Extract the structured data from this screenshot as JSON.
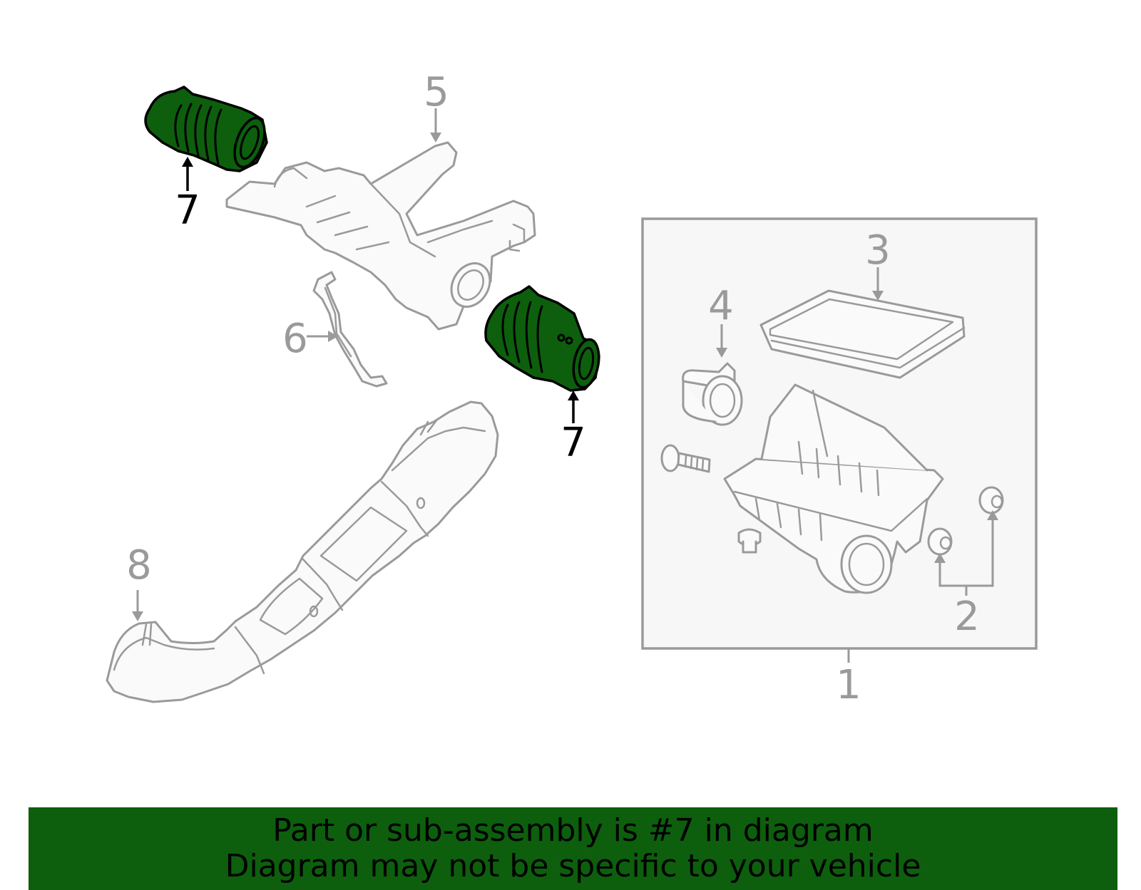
{
  "callouts": {
    "c1": "1",
    "c2": "2",
    "c3": "3",
    "c4": "4",
    "c5": "5",
    "c6": "6",
    "c7a": "7",
    "c7b": "7",
    "c8": "8"
  },
  "highlighted_part": "7",
  "colors": {
    "highlight_fill": "#0d5f0d",
    "line_gray": "#9a9a9a",
    "box_fill": "#f7f7f7",
    "banner": "#0d5f0d"
  },
  "banner": {
    "line1": "Part or sub-assembly is #7 in diagram",
    "line2": "Diagram may not be specific to your vehicle"
  }
}
